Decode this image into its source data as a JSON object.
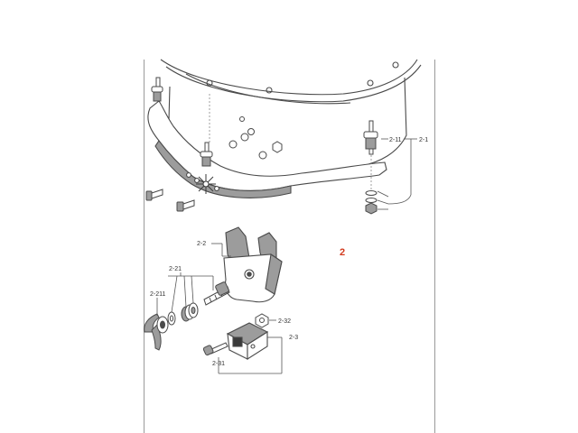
{
  "figure_number": "2",
  "colors": {
    "figure_number": "#d23b1e",
    "line": "#555555",
    "part": "#4a4a4a",
    "shade": "#9c9c9c",
    "bg": "#ffffff"
  },
  "callouts": {
    "c_2_1": "2-1",
    "c_2_11": "2-11",
    "c_2_2": "2-2",
    "c_2_21": "2-21",
    "c_2_211": "2-211",
    "c_2_3": "2-3",
    "c_2_31": "2-31",
    "c_2_32": "2-32"
  }
}
